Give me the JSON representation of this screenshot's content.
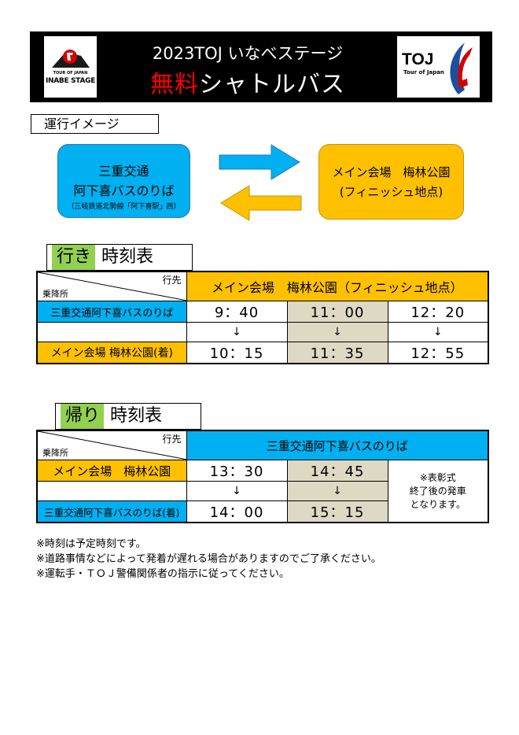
{
  "header": {
    "title_line1": "2023TOJ いなべステージ",
    "title_red": "無料",
    "title_rest": "シャトルバス",
    "logo_left_top": "TOUR OF JAPAN",
    "logo_left_bottom": "INABE STAGE",
    "logo_right_main": "TOJ",
    "logo_right_sub": "Tour of Japan"
  },
  "operation": {
    "label": "運行イメージ",
    "stop_a": {
      "line1": "三重交通",
      "line2": "阿下喜バスのりば",
      "line3": "（三岐鉄道北勢線「阿下喜駅」西）"
    },
    "stop_b": {
      "line1": "メイン会場　梅林公園",
      "line2": "(フィニッシュ地点)"
    }
  },
  "outbound": {
    "heading_hl": "行き",
    "heading_rest": "時刻表",
    "corner_dest": "行先",
    "corner_stop": "乗降所",
    "destination": "メイン会場　梅林公園（フィニッシュ地点）",
    "from_label": "三重交通阿下喜バスのりば",
    "to_label": "メイン会場 梅林公園(着)",
    "arrow": "↓",
    "departures": [
      "9：40",
      "11：00",
      "12：20"
    ],
    "arrivals": [
      "10：15",
      "11：35",
      "12：55"
    ]
  },
  "return": {
    "heading_hl": "帰り",
    "heading_rest": "時刻表",
    "corner_dest": "行先",
    "corner_stop": "乗降所",
    "destination": "三重交通阿下喜バスのりば",
    "from_label": "メイン会場　梅林公園",
    "to_label": "三重交通阿下喜バスのりば(着)",
    "arrow": "↓",
    "departures": [
      "13：30",
      "14：45"
    ],
    "arrivals": [
      "14：00",
      "15：15"
    ],
    "note_line1": "※表彰式",
    "note_line2": "終了後の発車",
    "note_line3": "となります。"
  },
  "notes": [
    "※時刻は予定時刻です。",
    "※道路事情などによって発着が遅れる場合がありますのでご了承ください。",
    "※運転手・ＴＯＪ警備関係者の指示に従ってください。"
  ],
  "colors": {
    "blue": "#00b0f0",
    "orange": "#ffc000",
    "green": "#92d050",
    "gray": "#ddd9c4",
    "red": "#ff0000"
  }
}
